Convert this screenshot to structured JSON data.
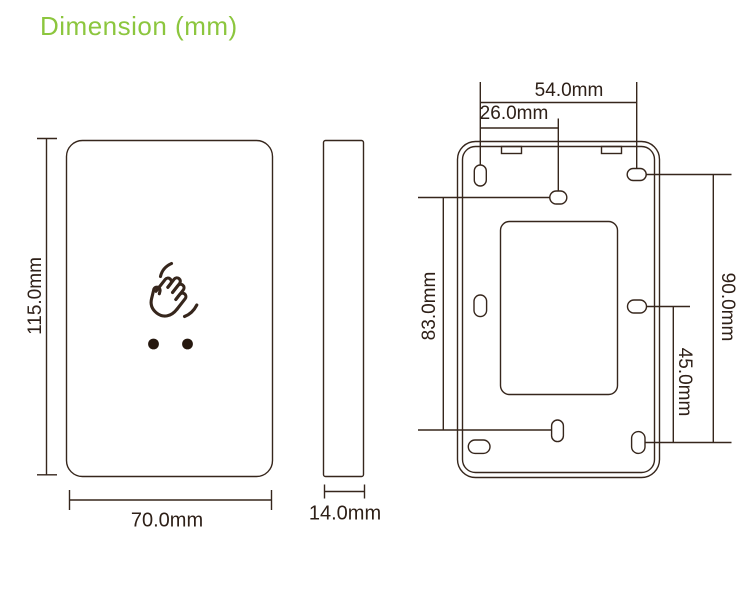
{
  "title": "Dimension (mm)",
  "accent_color": "#8cc63e",
  "line_color": "#2e2018",
  "views": {
    "front": {
      "height_label": "115.0mm",
      "width_label": "70.0mm"
    },
    "side": {
      "depth_label": "14.0mm"
    },
    "back": {
      "top_span_label": "54.0mm",
      "top_offset_label": "26.0mm",
      "left_span_label": "83.0mm",
      "right_span_label": "90.0mm",
      "right_half_span_label": "45.0mm"
    }
  }
}
